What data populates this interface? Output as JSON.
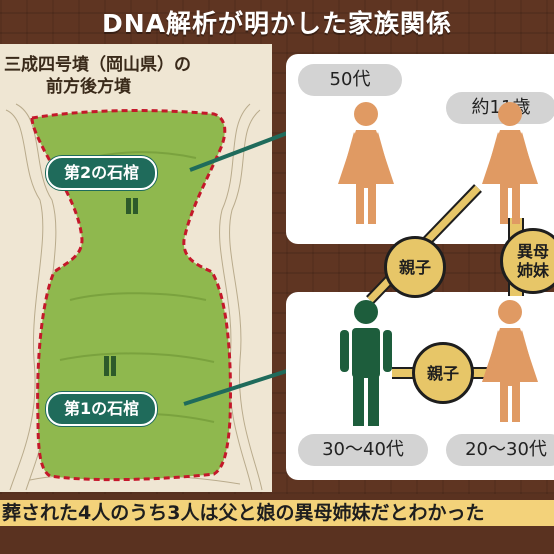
{
  "title": "DNA解析が明かした家族関係",
  "map": {
    "label_line1": "三成四号墳（岡山県）の",
    "label_line2": "前方後方墳",
    "coffin2": "第2の石棺",
    "coffin1": "第1の石棺"
  },
  "people": {
    "age_50": "50代",
    "age_11": "約11歳",
    "age_30_40": "30～40代",
    "age_20_30": "20～30代"
  },
  "relations": {
    "parent_child_top": "親子",
    "parent_child_bottom": "親子",
    "half_sisters_line1": "異母",
    "half_sisters_line2": "姉妹"
  },
  "caption": "葬された4人のうち3人は父と娘の異母姉妹だとわかった",
  "colors": {
    "female": "#e09a63",
    "male": "#1d5d3c",
    "mound": "#8fb84e",
    "badge": "#1f6b5b",
    "relation": "#e7c668",
    "background": "#5f3522"
  }
}
